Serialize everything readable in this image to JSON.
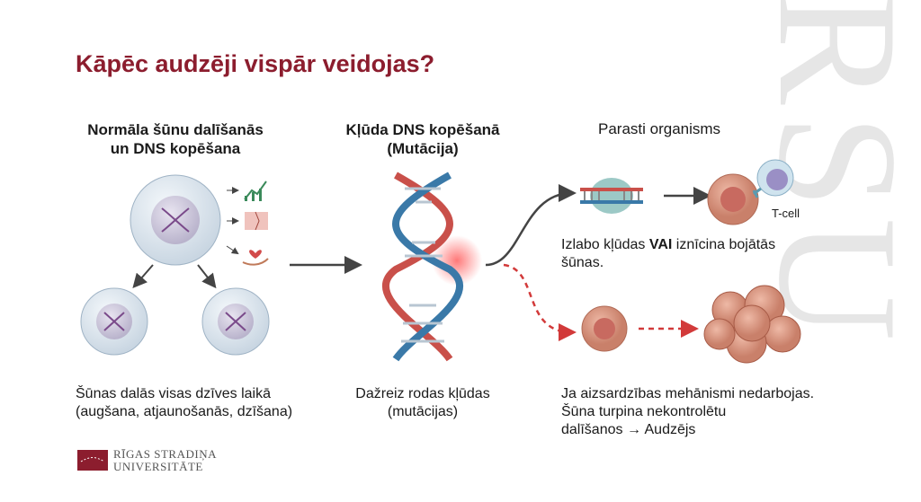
{
  "slide": {
    "title": "Kāpēc audzēji vispār veidojas?",
    "watermark": "RSU",
    "col1": {
      "heading_line1": "Normāla šūnu dalīšanās",
      "heading_line2": "un DNS kopēšana",
      "caption_line1": "Šūnas dalās visas dzīves laikā",
      "caption_line2": "(augšana, atjaunošanās, dzīšana)"
    },
    "col2": {
      "heading_line1": "Kļūda DNS kopēšanā",
      "heading_line2": "(Mutācija)",
      "caption_line1": "Dažreiz rodas kļūdas",
      "caption_line2": "(mutācijas)"
    },
    "col3": {
      "heading": "Parasti organisms",
      "tcell_label": "T-cell",
      "repair_text_pre": "Izlabo kļūdas ",
      "repair_text_bold": "VAI",
      "repair_text_post": " iznīcina bojātās šūnas.",
      "tumor_line1": "Ja aizsardzības mehānismi nedarbojas.",
      "tumor_line2": "Šūna turpina nekontrolētu",
      "tumor_line3": "dalīšanos → Audzējs"
    },
    "logo": {
      "line1": "RĪGAS STRADIŅA",
      "line2": "UNIVERSITĀTE"
    }
  },
  "colors": {
    "accent": "#8c1d2e",
    "arrow": "#444444",
    "danger": "#d23a3a"
  }
}
